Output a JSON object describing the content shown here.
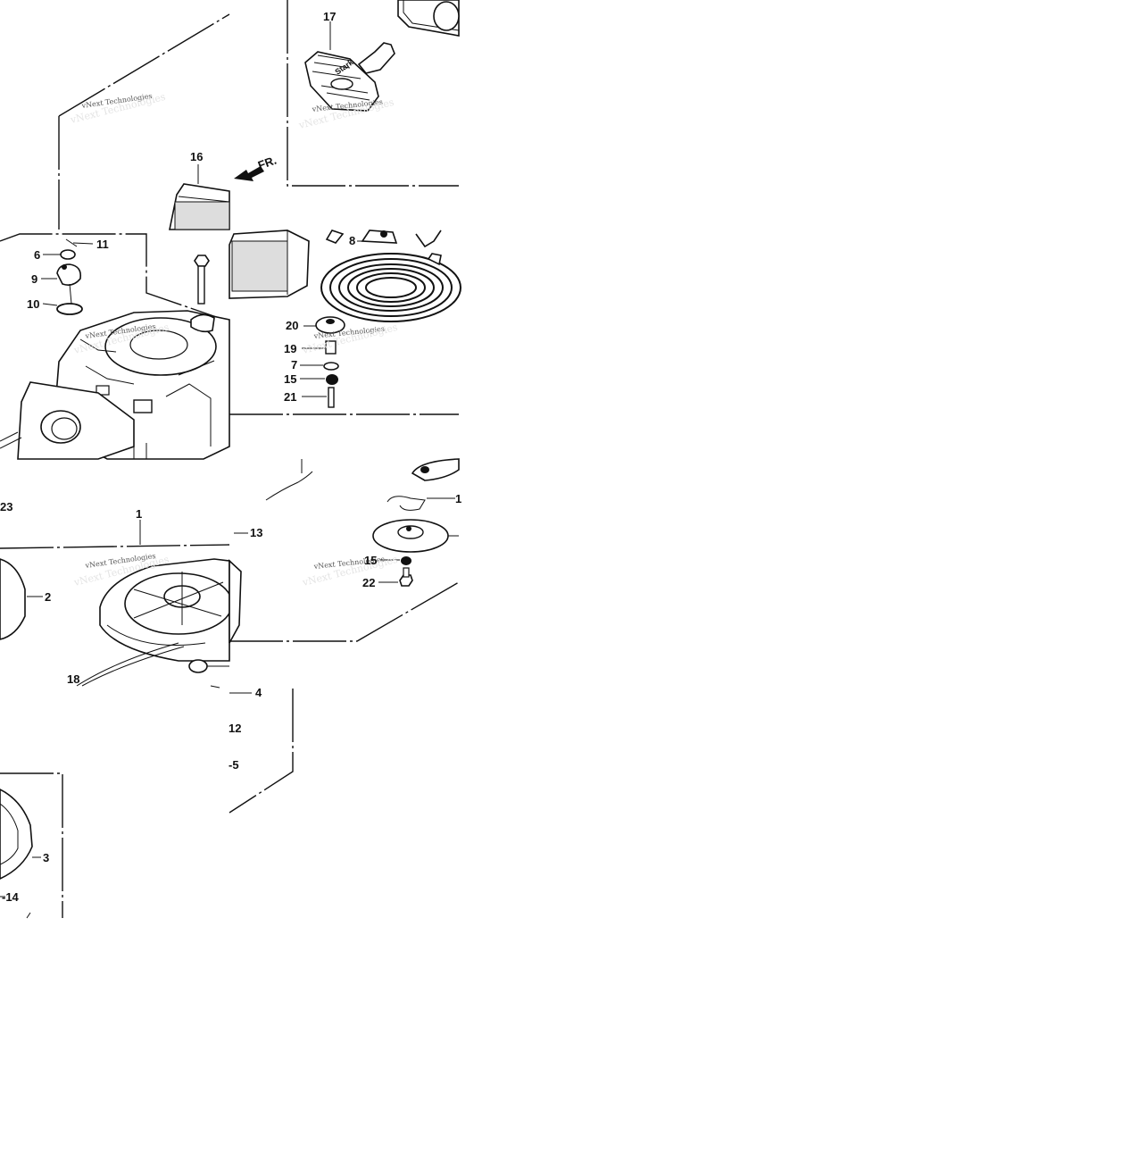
{
  "diagram": {
    "watermark": "vNext Technologies",
    "direction_marker": "FR.",
    "grip_text": "Stark",
    "callouts": {
      "p17": "17",
      "p16": "16",
      "p11": "11",
      "p6": "6",
      "p9": "9",
      "p10": "10",
      "p8": "8",
      "p20": "20",
      "p19": "19",
      "p7": "7",
      "p15a": "15",
      "p21": "21",
      "p23": "23",
      "p1": "1",
      "p13": "13",
      "p2": "2",
      "p18": "18",
      "p4": "4",
      "p12": "12",
      "p5": "-5",
      "p15b": "15",
      "p22": "22",
      "p3": "3",
      "p14": "-14",
      "p1b": "1"
    }
  }
}
